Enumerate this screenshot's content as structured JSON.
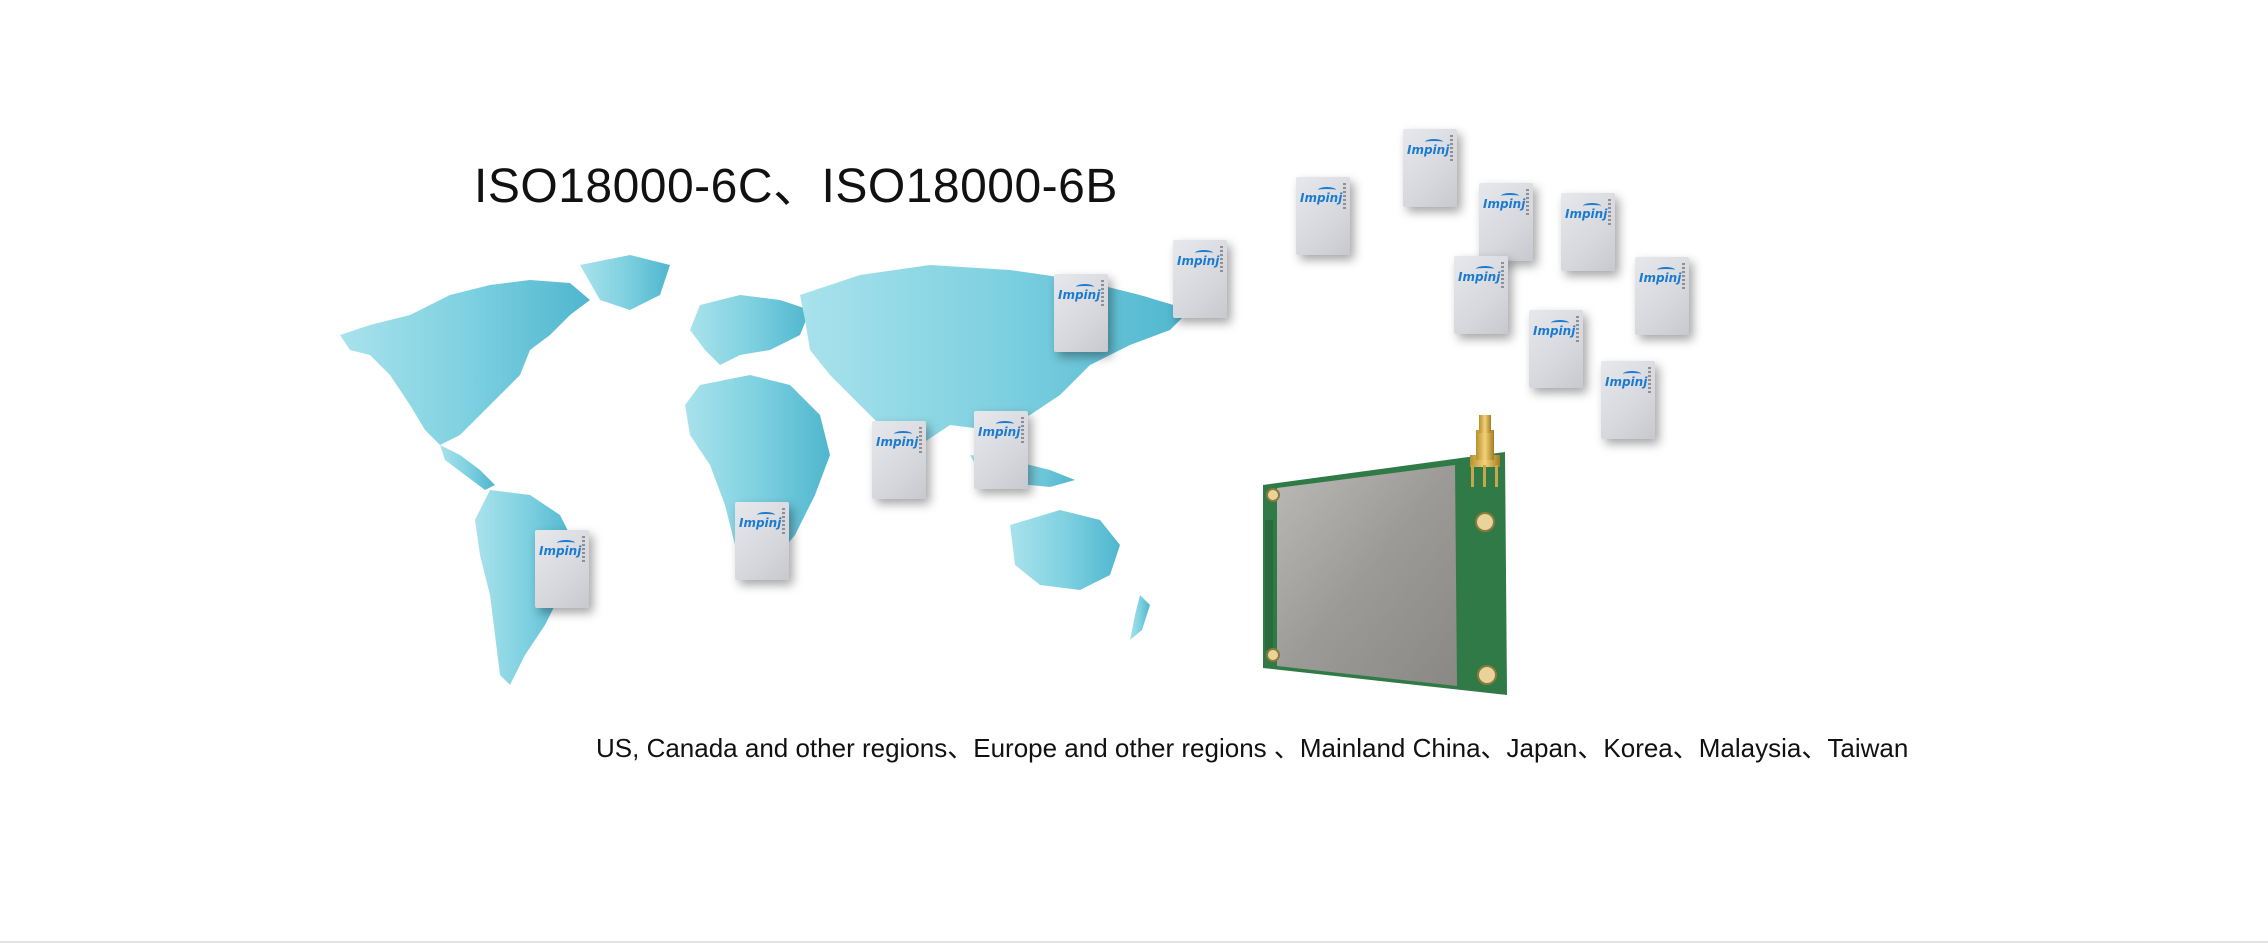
{
  "header": {
    "title": "ISO18000-6C、ISO18000-6B"
  },
  "regions": {
    "caption": "US, Canada and other regions、Europe and other regions 、Mainland China、Japan、Korea、Malaysia、Taiwan"
  },
  "chip": {
    "brand": "Impinj"
  },
  "colors": {
    "map": "#5ec4d8",
    "chip_logo": "#1a7bd0",
    "pcb": "#2f7a46",
    "shield": "#9c9a96"
  },
  "icons": {
    "world_map": "world-map-icon",
    "chip": "impinj-chip-icon",
    "module": "rfid-module-icon"
  }
}
